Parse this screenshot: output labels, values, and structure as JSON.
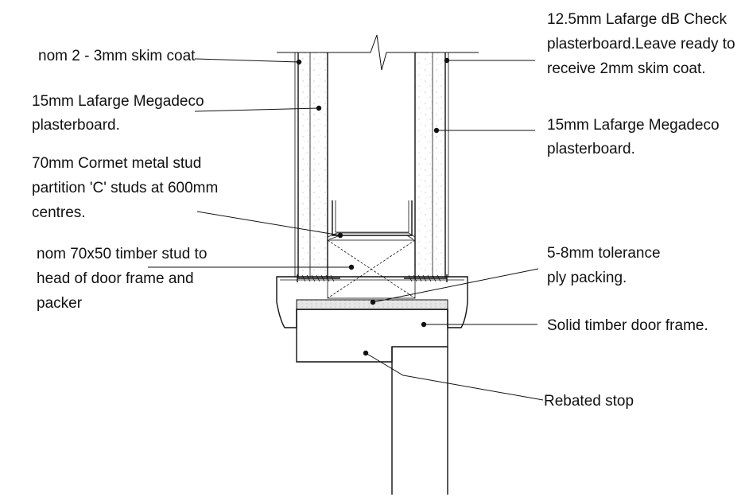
{
  "labels": {
    "skim_coat": "nom 2 - 3mm skim coat",
    "megadeco_left": [
      "15mm Lafarge Megadeco",
      "plasterboard."
    ],
    "metal_stud": [
      "70mm Cormet metal stud",
      "partition 'C' studs at 600mm",
      "centres."
    ],
    "timber_stud": [
      "nom 70x50 timber stud to",
      "head of door frame and",
      "packer"
    ],
    "db_check": [
      "12.5mm Lafarge dB Check",
      "plasterboard.Leave ready to",
      "receive 2mm skim coat."
    ],
    "megadeco_right": [
      "15mm Lafarge Megadeco",
      "plasterboard."
    ],
    "tolerance": [
      "5-8mm tolerance",
      "ply packing."
    ],
    "door_frame": "Solid timber door frame.",
    "rebated_stop": "Rebated stop"
  },
  "colors": {
    "line": "#111111",
    "packing": "#e6e6e6"
  }
}
